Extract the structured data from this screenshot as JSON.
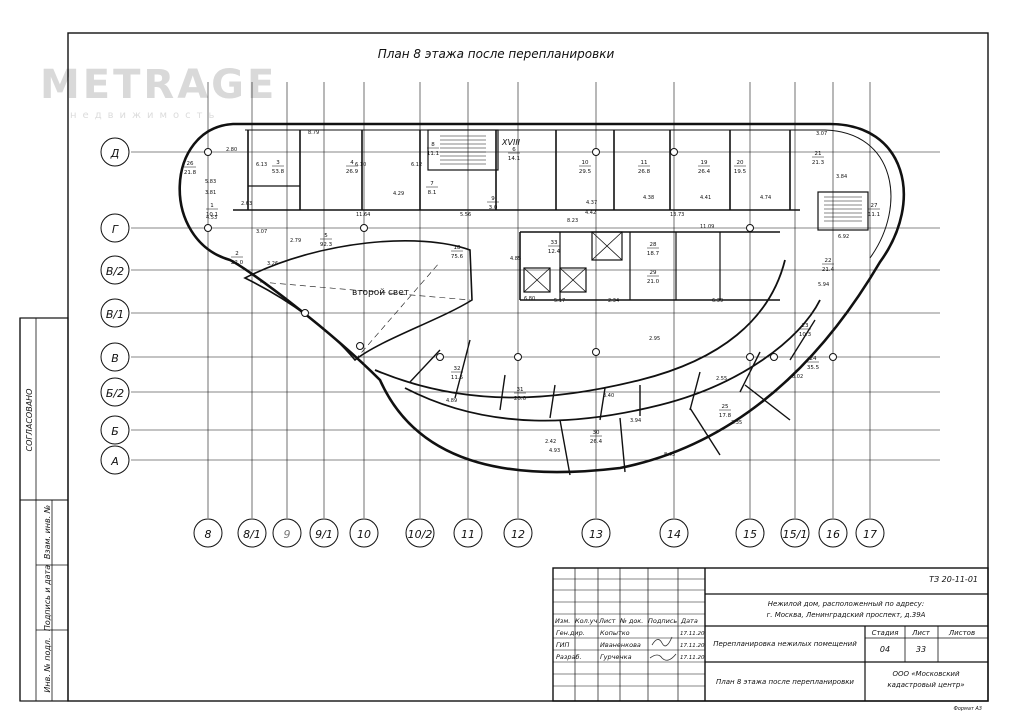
{
  "title": "План 8 этажа после перепланировки",
  "watermark": {
    "brand": "METRAGE",
    "sub": "недвижимость"
  },
  "second_light_label": "второй свет",
  "stair_label": "XVIII",
  "row_axes": [
    "Д",
    "Г",
    "В/2",
    "В/1",
    "В",
    "Б/2",
    "Б",
    "А"
  ],
  "col_axes": [
    "8",
    "8/1",
    "9",
    "9/1",
    "10",
    "10/2",
    "11",
    "12",
    "13",
    "14",
    "15",
    "15/1",
    "16",
    "17"
  ],
  "rooms": [
    {
      "n": "26",
      "a": "21.8"
    },
    {
      "n": "1",
      "a": "10.1"
    },
    {
      "n": "2",
      "a": "22.0"
    },
    {
      "n": "3",
      "a": "53.8"
    },
    {
      "n": "4",
      "a": "26.9"
    },
    {
      "n": "5",
      "a": "92.3"
    },
    {
      "n": "6",
      "a": "14.1"
    },
    {
      "n": "7",
      "a": "8.1"
    },
    {
      "n": "8",
      "a": "11.1"
    },
    {
      "n": "9",
      "a": "3.0"
    },
    {
      "n": "10",
      "a": "29.5"
    },
    {
      "n": "11",
      "a": "26.8"
    },
    {
      "n": "18",
      "a": "75.6"
    },
    {
      "n": "19",
      "a": "26.4"
    },
    {
      "n": "20",
      "a": "19.5"
    },
    {
      "n": "21",
      "a": "21.3"
    },
    {
      "n": "22",
      "a": "21.4"
    },
    {
      "n": "23",
      "a": "10.3"
    },
    {
      "n": "24",
      "a": "35.5"
    },
    {
      "n": "25",
      "a": "17.8"
    },
    {
      "n": "27",
      "a": "11.1"
    },
    {
      "n": "28",
      "a": "18.7"
    },
    {
      "n": "29",
      "a": "21.0"
    },
    {
      "n": "30",
      "a": "26.4"
    },
    {
      "n": "31",
      "a": "20.0"
    },
    {
      "n": "32",
      "a": "11.5"
    },
    {
      "n": "33",
      "a": "12.4"
    }
  ],
  "dims": [
    "2.80",
    "8.79",
    "6.13",
    "6.10",
    "6.12",
    "4.29",
    "5.83",
    "3.81",
    "4.53",
    "2.63",
    "3.07",
    "11.64",
    "5.56",
    "8.23",
    "4.42",
    "4.37",
    "4.38",
    "4.41",
    "4.74",
    "13.73",
    "11.09",
    "3.07",
    "3.84",
    "6.92",
    "5.94",
    "6.39",
    "5.17",
    "2.34",
    "6.80",
    "4.85",
    "3.26",
    "2.79",
    "4.89",
    "2.42",
    "4.93",
    "8.45",
    "3.40",
    "3.94",
    "2.95",
    "2.55",
    "3.35",
    "8.02"
  ],
  "archive_label": "Инв. № подл.",
  "side_stamp": {
    "agreed": "СОГЛАСОВАНО",
    "col1": "Взам. инв. №",
    "col2": "Подпись и дата",
    "col3": "Инв. № подл."
  },
  "title_block": {
    "code": "ТЗ 20-11-01",
    "address_line1": "Нежилой дом, расположенный по адресу:",
    "address_line2": "г. Москва, Ленинградский проспект, д.39А",
    "headers": [
      "Изм.",
      "Кол.уч",
      "Лист",
      "№ док.",
      "Подпись",
      "Дата"
    ],
    "staff": [
      {
        "role": "Ген.дир.",
        "name": "Копытко",
        "date": "17.11.20"
      },
      {
        "role": "ГИП",
        "name": "Иваненкова",
        "date": "17.11.20"
      },
      {
        "role": "Разраб.",
        "name": "Гурченка",
        "date": "17.11.20"
      }
    ],
    "project": "Перепланировка нежилых помещений",
    "sheet_title": "План 8 этажа после перепланировки",
    "stage_label": "Стадия",
    "sheet_label": "Лист",
    "sheets_label": "Листов",
    "stage": "04",
    "sheet": "33",
    "sheets": "",
    "org_line1": "ООО «Московский",
    "org_line2": "кадастровый центр»",
    "format": "Формат А3"
  }
}
